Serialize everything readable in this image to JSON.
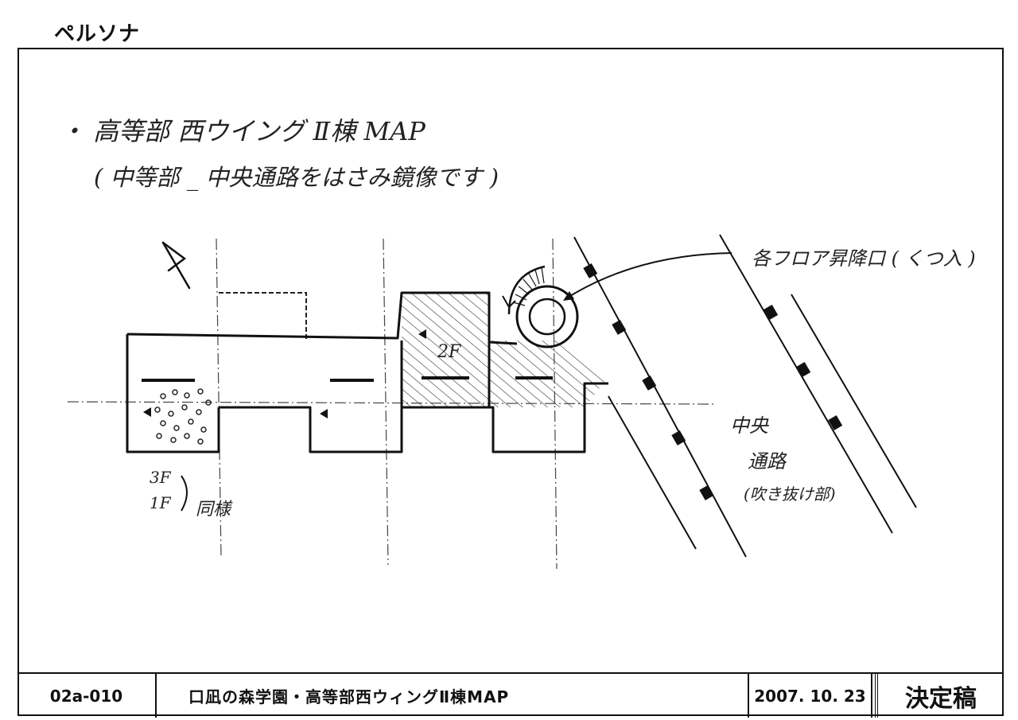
{
  "header": {
    "label": "ペルソナ"
  },
  "sketch": {
    "title_line1": "・ 高等部 西ウイング Ⅱ棟 MAP",
    "title_line2": "( 中等部 _ 中央通路をはさみ鏡像です )",
    "stair_note": "各フロア昇降口 ( くつ入 )",
    "floor_2f": "2F",
    "floor_3f": "3F",
    "floor_1f": "1F",
    "same_building": "同様",
    "corridor_line1": "中央",
    "corridor_line2": "通路",
    "corridor_line3": "(吹き抜け部)"
  },
  "footer": {
    "code": "02a-010",
    "title": "口凪の森学園・高等部西ウィングⅡ棟MAP",
    "date": "2007. 10. 23",
    "status": "決定稿"
  }
}
